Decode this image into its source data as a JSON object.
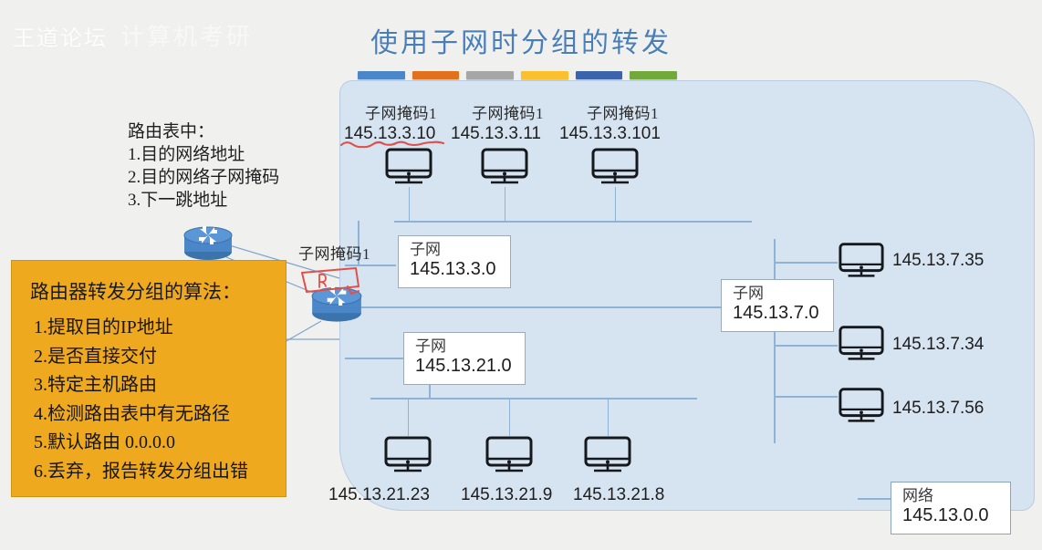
{
  "watermark": {
    "text": "王道论坛",
    "ghost": "计算机考研"
  },
  "title": {
    "text": "使用子网时分组的转发"
  },
  "title_bars": [
    {
      "name": "bar-blue",
      "color": "#4a86c8"
    },
    {
      "name": "bar-orange",
      "color": "#e2711d"
    },
    {
      "name": "bar-gray",
      "color": "#a6a6a6"
    },
    {
      "name": "bar-yellow",
      "color": "#fbc02d"
    },
    {
      "name": "bar-indigo",
      "color": "#3c64ab"
    },
    {
      "name": "bar-green",
      "color": "#72a93b"
    }
  ],
  "routing_table_note": {
    "heading": "路由表中：",
    "items": [
      "1.目的网络地址",
      "2.目的网络子网掩码",
      "3.下一跳地址"
    ]
  },
  "algorithm_box": {
    "title": "路由器转发分组的算法：",
    "items": [
      "1.提取目的IP地址",
      "2.是否直接交付",
      "3.特定主机路由",
      "4.检测路由表中有无路径",
      "5.默认路由 0.0.0.0",
      "6.丢弃，报告转发分组出错"
    ],
    "bg_color": "#efa91e"
  },
  "top_hosts": [
    {
      "mask": "子网掩码1",
      "ip": "145.13.3.10",
      "annotated": true
    },
    {
      "mask": "子网掩码1",
      "ip": "145.13.3.11",
      "annotated": false
    },
    {
      "mask": "子网掩码1",
      "ip": "145.13.3.101",
      "annotated": false
    }
  ],
  "router_mask_label": "子网掩码1",
  "subnet_boxes": [
    {
      "name": "subnet-145-13-3-0",
      "title": "子网",
      "value": "145.13.3.0"
    },
    {
      "name": "subnet-145-13-21-0",
      "title": "子网",
      "value": "145.13.21.0"
    },
    {
      "name": "subnet-145-13-7-0",
      "title": "子网",
      "value": "145.13.7.0"
    }
  ],
  "right_hosts": [
    {
      "ip": "145.13.7.35"
    },
    {
      "ip": "145.13.7.34"
    },
    {
      "ip": "145.13.7.56"
    }
  ],
  "bottom_hosts": [
    {
      "ip": "145.13.21.23"
    },
    {
      "ip": "145.13.21.9"
    },
    {
      "ip": "145.13.21.8"
    }
  ],
  "network_box": {
    "title": "网络",
    "value": "145.13.0.0"
  },
  "colors": {
    "cloud": "#d6e3f0",
    "bus": "#8fb3d6",
    "router": "#4a86c8",
    "title": "#4a7ebb",
    "annotation": "#e0504a"
  },
  "icons": {
    "router": "router-icon",
    "monitor": "monitor-icon"
  }
}
